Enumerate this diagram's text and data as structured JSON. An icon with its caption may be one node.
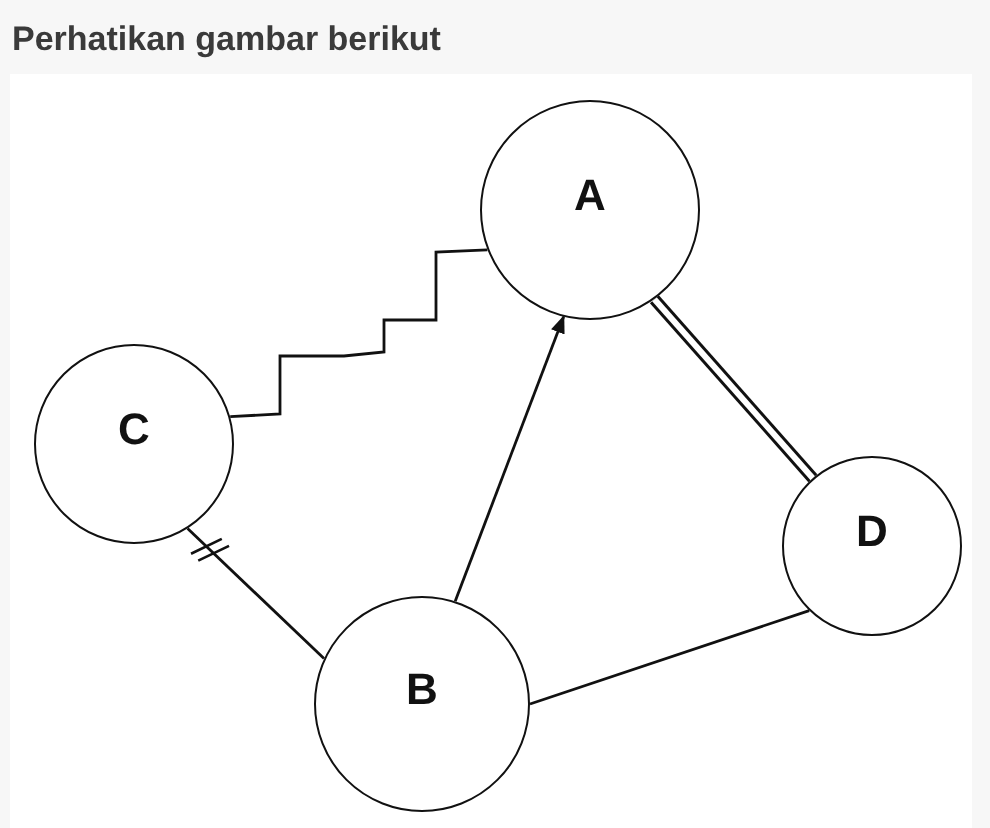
{
  "diagram": {
    "title": "Perhatikan gambar berikut",
    "nodes": [
      {
        "text": [
          "A"
        ]
      },
      {
        "text": [
          "C"
        ]
      },
      {
        "text": [
          "B"
        ]
      },
      {
        "text": [
          "D"
        ]
      }
    ],
    "edges": [
      {
        "from": 1,
        "to": 0,
        "arrow": "none"
      },
      {
        "from": 0,
        "to": 3,
        "arrow": "none",
        "style": "thick"
      },
      {
        "from": 2,
        "to": 0,
        "arrow": "to"
      },
      {
        "from": 1,
        "to": 2,
        "arrow": "other"
      },
      {
        "from": 2,
        "to": 3,
        "arrow": "none"
      }
    ]
  }
}
